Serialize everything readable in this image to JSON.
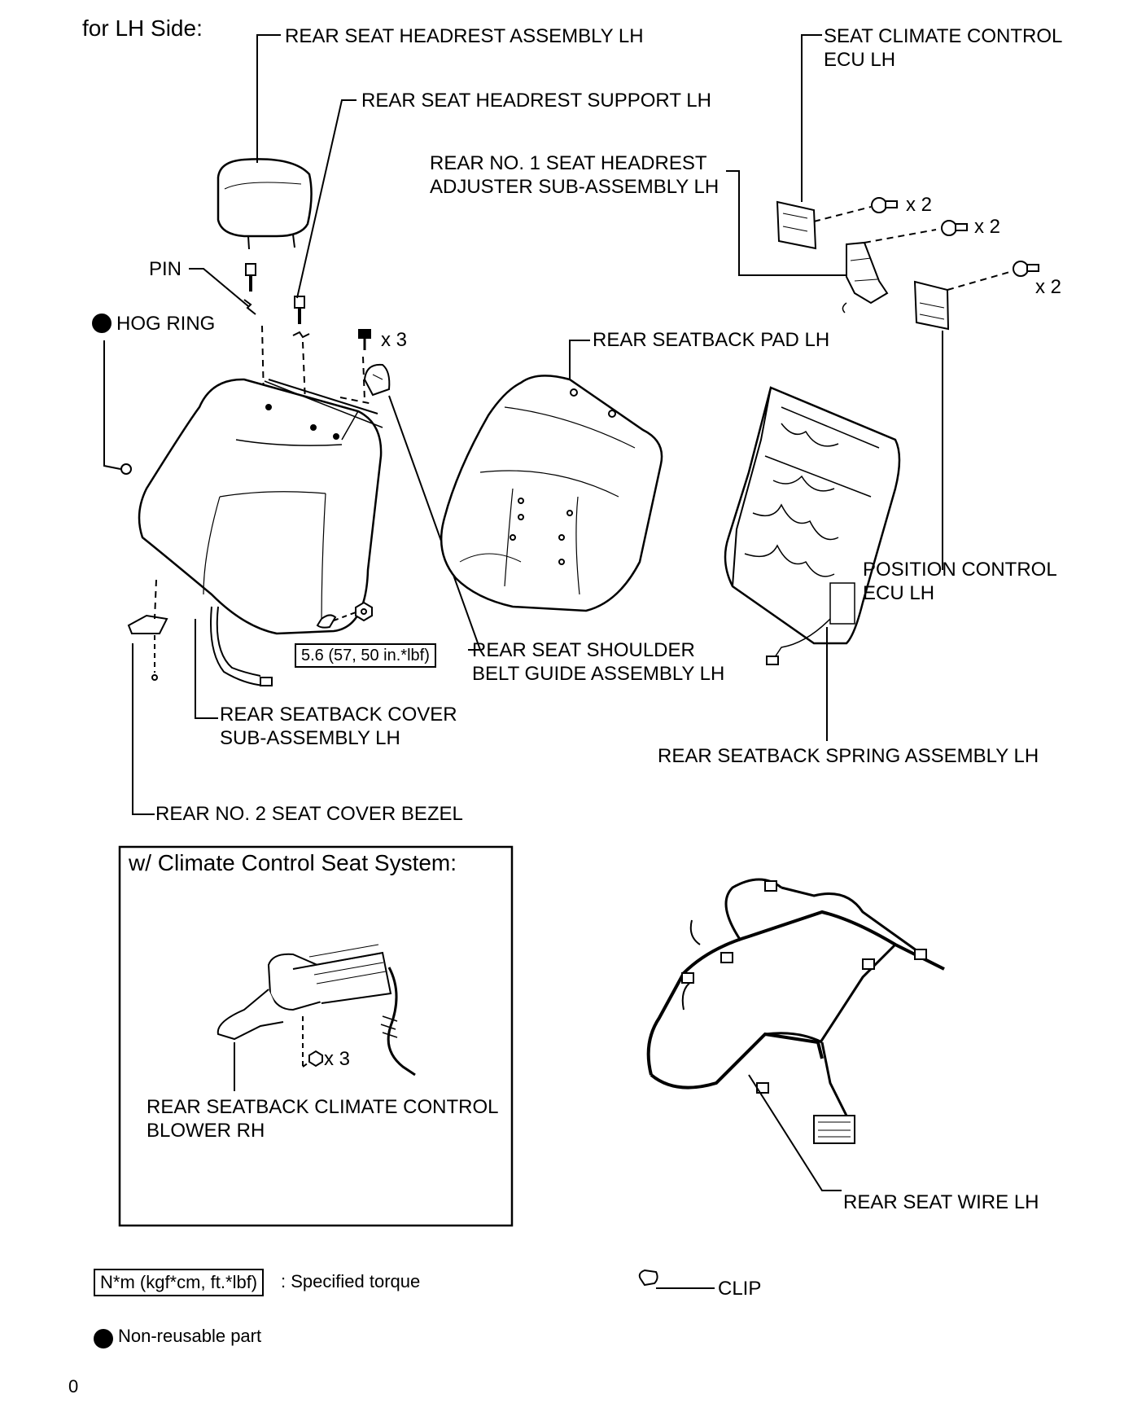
{
  "header": {
    "side_label": "for LH Side:"
  },
  "parts": {
    "headrest_assembly": "REAR SEAT HEADREST ASSEMBLY LH",
    "headrest_support": "REAR SEAT HEADREST SUPPORT LH",
    "pin": "PIN",
    "hog_ring": "HOG RING",
    "climate_ecu_line1": "SEAT CLIMATE CONTROL",
    "climate_ecu_line2": "ECU LH",
    "adjuster_line1": "REAR NO. 1 SEAT HEADREST",
    "adjuster_line2": "ADJUSTER SUB-ASSEMBLY LH",
    "seatback_pad": "REAR SEATBACK PAD LH",
    "position_ecu_line1": "POSITION CONTROL",
    "position_ecu_line2": "ECU LH",
    "shoulder_guide_line1": "REAR SEAT SHOULDER",
    "shoulder_guide_line2": "BELT GUIDE ASSEMBLY LH",
    "seatback_cover_line1": "REAR SEATBACK COVER",
    "seatback_cover_line2": "SUB-ASSEMBLY LH",
    "spring_assembly": "REAR SEATBACK SPRING ASSEMBLY LH",
    "cover_bezel": "REAR NO. 2 SEAT COVER BEZEL",
    "blower_line1": "REAR SEATBACK CLIMATE CONTROL",
    "blower_line2": "BLOWER RH",
    "seat_wire": "REAR SEAT WIRE LH",
    "clip": "CLIP"
  },
  "quantities": {
    "x3_screw": "x 3",
    "x2_ecu": "x 2",
    "x2_adjuster": "x 2",
    "x2_position": "x 2",
    "x3_blower": "x 3"
  },
  "torque": {
    "shoulder_guide": "5.6 (57, 50 in.*lbf)"
  },
  "inset": {
    "title": "w/ Climate Control Seat System:"
  },
  "legend": {
    "torque_box": "N*m (kgf*cm, ft.*lbf)",
    "torque_desc": ": Specified torque",
    "nonreusable": "Non-reusable part"
  },
  "footer": {
    "code": "0"
  }
}
